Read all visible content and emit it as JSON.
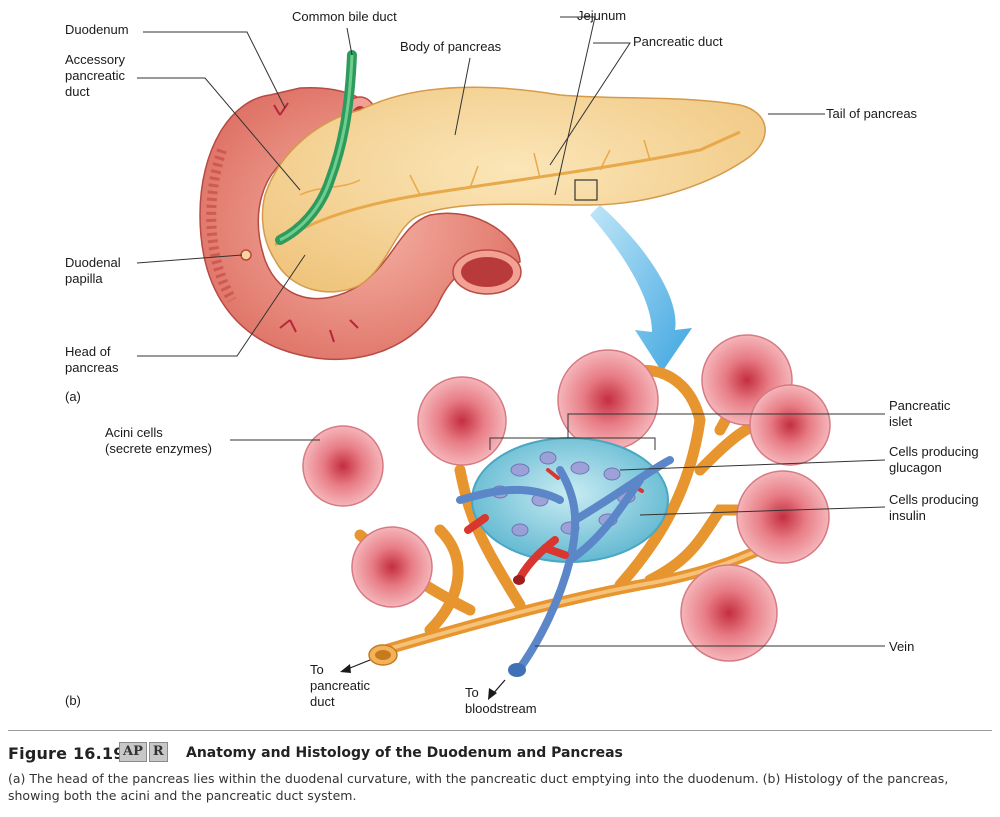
{
  "labels": {
    "duodenum": "Duodenum",
    "common_bile_duct": "Common bile duct",
    "jejunum": "Jejunum",
    "body_of_pancreas": "Body of pancreas",
    "pancreatic_duct": "Pancreatic duct",
    "accessory_duct_line1": "Accessory",
    "accessory_duct_line2": "pancreatic",
    "accessory_duct_line3": "duct",
    "tail_of_pancreas": "Tail of pancreas",
    "duodenal_papilla_line1": "Duodenal",
    "duodenal_papilla_line2": "papilla",
    "head_of_pancreas_line1": "Head of",
    "head_of_pancreas_line2": "pancreas",
    "acini_line1": "Acini cells",
    "acini_line2": "(secrete enzymes)",
    "islet_line1": "Pancreatic",
    "islet_line2": "islet",
    "glucagon_line1": "Cells producing",
    "glucagon_line2": "glucagon",
    "insulin_line1": "Cells producing",
    "insulin_line2": "insulin",
    "vein": "Vein",
    "to_duct_line1": "To",
    "to_duct_line2": "pancreatic",
    "to_duct_line3": "duct",
    "to_blood_line1": "To",
    "to_blood_line2": "bloodstream"
  },
  "subfigures": {
    "a": "(a)",
    "b": "(b)"
  },
  "caption": {
    "figure_number": "Figure 16.19",
    "badge_ap": "AP",
    "badge_r": "R",
    "title": "Anatomy and Histology of the Duodenum and Pancreas",
    "description": "(a) The head of the pancreas lies within the duodenal curvature, with the pancreatic duct emptying into the duodenum. (b) Histology of the pancreas, showing both the acini and the pancreatic duct system."
  },
  "colors": {
    "duodenum": "#e98a7e",
    "pancreas": "#f7d69a",
    "bile_duct": "#3aa36a",
    "duct_orange": "#f2a43a",
    "islet": "#8fcfe0",
    "vein": "#5b87c9",
    "artery": "#d8362f",
    "acinus": "#f0a0a6",
    "arrow": "#4fb8e8"
  }
}
